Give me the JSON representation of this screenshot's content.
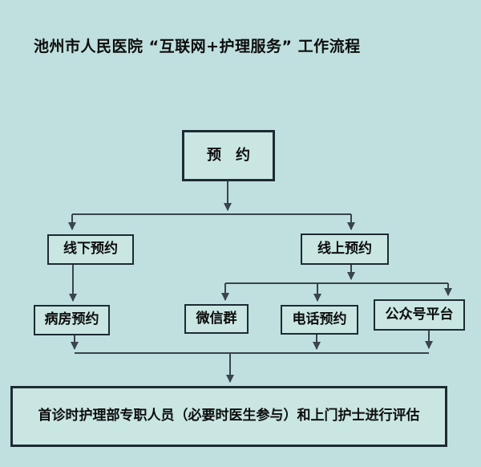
{
  "title": "池州市人民医院 “互联网+护理服务” 工作流程",
  "nodes": {
    "appointment": {
      "label": "预　约"
    },
    "offline": {
      "label": "线下预约"
    },
    "online": {
      "label": "线上预约"
    },
    "ward": {
      "label": "病房预约"
    },
    "wechat": {
      "label": "微信群"
    },
    "phone": {
      "label": "电话预约"
    },
    "official_account": {
      "label": "公众号平台"
    },
    "assessment": {
      "label": "首诊时护理部专职人员（必要时医生参与）和上门护士进行评估"
    }
  },
  "colors": {
    "background": "#bfe0de",
    "box_fill": "#c9e6e2",
    "box_border": "#1d2b33",
    "connector": "#39444c",
    "text": "#0d0d0d"
  }
}
